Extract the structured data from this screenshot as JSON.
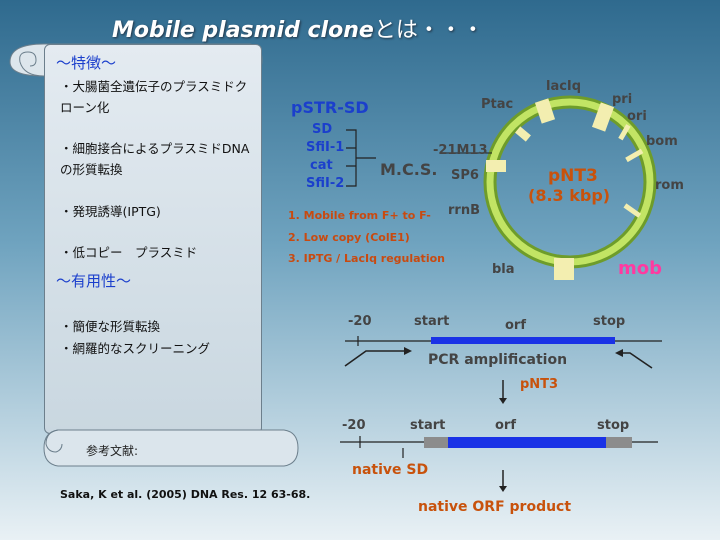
{
  "title": {
    "main": "Mobile plasmid clone",
    "suffix": "とは・・・"
  },
  "left_panel": {
    "features_heading": "〜特徴〜",
    "features": [
      "・大腸菌全遺伝子のプラスミドクローン化",
      "・細胞接合によるプラスミドDNAの形質転換",
      "・発現誘導(IPTG)",
      "・低コピー　プラスミド"
    ],
    "usefulness_heading": "〜有用性〜",
    "usefulness": [
      "・簡便な形質転換",
      "・網羅的なスクリーニング"
    ],
    "reference_label": "参考文献:"
  },
  "citation": "Saka, K et al. (2005) DNA Res. 12 63-68.",
  "pstr": {
    "title": "pSTR-SD",
    "sites": [
      "SD",
      "SfiI-1",
      "cat",
      "SfiI-2"
    ],
    "mcs_label": "M.C.S."
  },
  "notes": [
    "1. Mobile  from F+ to F-",
    "2. Low copy    (ColE1)",
    "3. IPTG / LacIq regulation"
  ],
  "plasmid": {
    "name": "pNT3",
    "size": "(8.3 kbp)",
    "features": {
      "laciq": "lacIq",
      "ptac": "Ptac",
      "pri": "pri",
      "ori": "ori",
      "bom": "bom",
      "rom": "rom",
      "m13": "-21M13",
      "sp6": "SP6",
      "rrnb": "rrnB",
      "bla": "bla",
      "mob": "mob"
    }
  },
  "top_schematic": {
    "minus20": "-20",
    "start": "start",
    "orf": "orf",
    "stop": "stop",
    "pcr": "PCR amplification"
  },
  "arrow_label": "pNT3",
  "bottom_schematic": {
    "minus20": "-20",
    "start": "start",
    "orf": "orf",
    "stop": "stop",
    "native_sd": "native SD",
    "product": "native ORF product"
  },
  "colors": {
    "orf_blue": "#1a32e6",
    "ring_green": "#9dc93a",
    "marker_yellow": "#f3eeb0",
    "mob_pink": "#ff3aa0",
    "orange_text": "#c8520c"
  }
}
